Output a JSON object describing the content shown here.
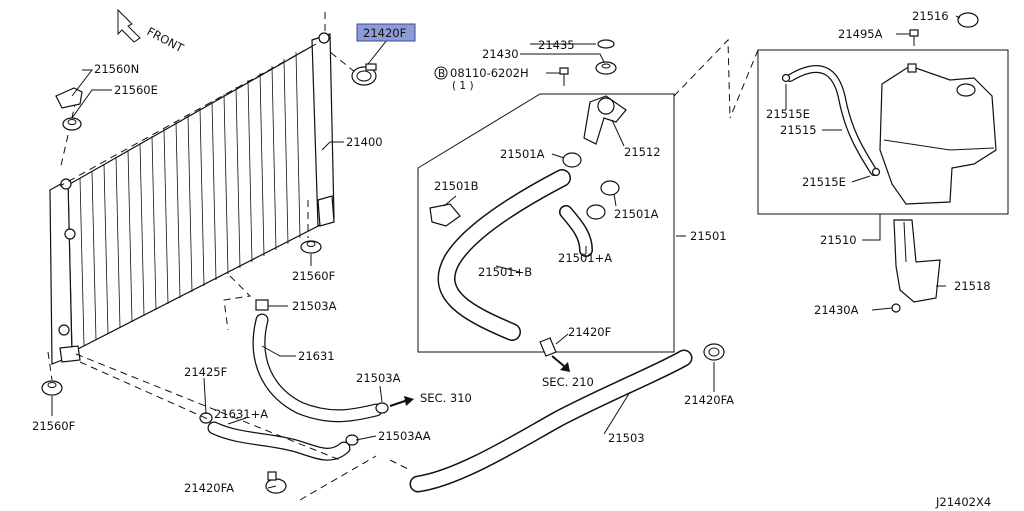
{
  "diagram": {
    "front_label": "FRONT",
    "diagram_code": "J21402X4",
    "highlight_color": "#8f9bd6",
    "parts": {
      "p21420F_top": "21420F",
      "p21560N": "21560N",
      "p21560E": "21560E",
      "p21400": "21400",
      "p21560F_mid": "21560F",
      "p21503A_top": "21503A",
      "p21631": "21631",
      "p21425F": "21425F",
      "p21631A": "21631+A",
      "p21560F_bot": "21560F",
      "p21420FA_bot": "21420FA",
      "p21503A_mid": "21503A",
      "sec310": "SEC. 310",
      "p21503AA": "21503AA",
      "p21435": "21435",
      "p21430": "21430",
      "bolt_b": "B",
      "bolt_code": "08110-6202H",
      "bolt_qty": "( 1 )",
      "p21501A_left": "21501A",
      "p21512": "21512",
      "p21501B": "21501B",
      "p21501A_right": "21501A",
      "p21501": "21501",
      "p21501B_hose": "21501+B",
      "p21501A_hose": "21501+A",
      "p21420F_mid": "21420F",
      "sec210": "SEC. 210",
      "p21420FA_right": "21420FA",
      "p21503": "21503",
      "p21516": "21516",
      "p21495A": "21495A",
      "p21515E_top": "21515E",
      "p21515": "21515",
      "p21515E_bot": "21515E",
      "p21510": "21510",
      "p21518": "21518",
      "p21430A": "21430A"
    }
  }
}
